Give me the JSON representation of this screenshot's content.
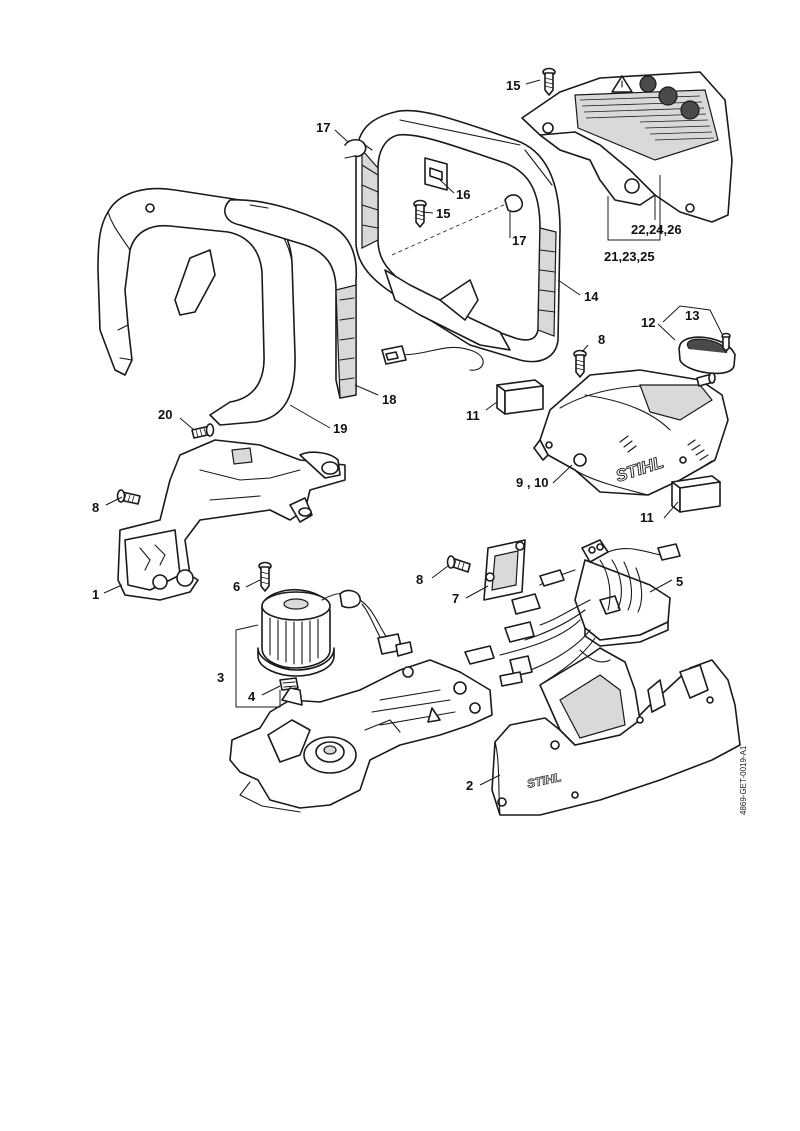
{
  "brand": {
    "logo_text": "STIHL"
  },
  "drawing_reference": "4869-GET-0019-A1",
  "callouts": {
    "c1": "1",
    "c2": "2",
    "c3": "3",
    "c4": "4",
    "c5": "5",
    "c6": "6",
    "c7": "7",
    "c8a": "8",
    "c8b": "8",
    "c8c": "8",
    "c9_10": "9 , 10",
    "c11a": "11",
    "c11b": "11",
    "c12": "12",
    "c13": "13",
    "c14": "14",
    "c15a": "15",
    "c15b": "15",
    "c16": "16",
    "c17a": "17",
    "c17b": "17",
    "c18": "18",
    "c19": "19",
    "c20": "20",
    "c21_23_25": "21,23,25",
    "c22_24_26": "22,24,26"
  }
}
